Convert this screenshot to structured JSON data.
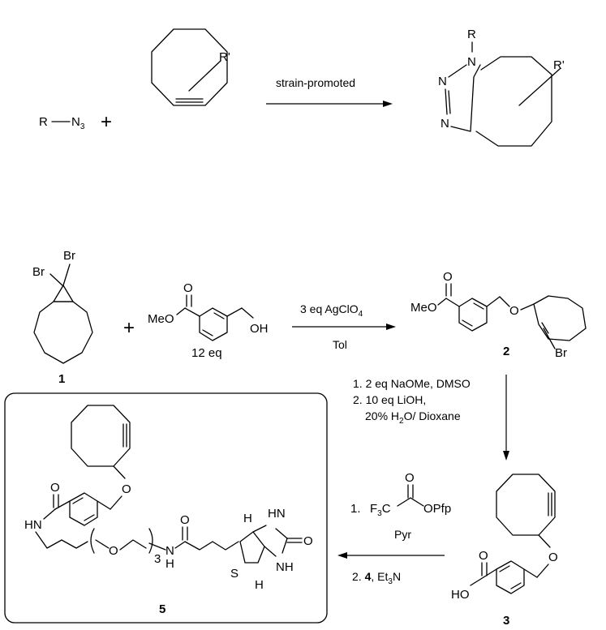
{
  "reaction1": {
    "azide_r": "R",
    "azide_n": "N",
    "azide_sub": "3",
    "plus": "+",
    "cyclooctyne_r": "R'",
    "condition": "strain-promoted",
    "triazole_r": "R",
    "triazole_n1": "N",
    "triazole_n2": "N",
    "triazole_n3": "N",
    "triazole_rprime": "R'"
  },
  "scheme": {
    "c1_br_a": "Br",
    "c1_br_b": "Br",
    "c1_number": "1",
    "plus": "+",
    "ester_meo": "MeO",
    "ester_oh": "OH",
    "ester_eq": "12 eq",
    "step1_reagent": "3 eq AgClO",
    "step1_reagent_sub": "4",
    "step1_solvent": "Tol",
    "c2_meo": "MeO",
    "c2_o": "O",
    "c2_br": "Br",
    "c2_number": "2",
    "step2_line1": "1. 2 eq NaOMe, DMSO",
    "step2_line2": "2. 10 eq LiOH,",
    "step2_line3_a": "20% H",
    "step2_line3_sub": "2",
    "step2_line3_b": "O/ Dioxane",
    "c3_ho": "HO",
    "c3_o": "O",
    "c3_number": "3",
    "step3_num": "1.",
    "step3_f3c_a": "F",
    "step3_f3c_sub": "3",
    "step3_f3c_b": "C",
    "step3_opfp": "OPfp",
    "step3_pyr": "Pyr",
    "step3_line2_a": "2. ",
    "step3_line2_bold": "4",
    "step3_line2_b": ", Et",
    "step3_line2_sub": "3",
    "step3_line2_c": "N",
    "c5_o": "O",
    "c5_hn": "HN",
    "c5_o2": "O",
    "c5_repeat": "3",
    "c5_n": "N",
    "c5_h": "H",
    "c5_o3": "O",
    "c5_h1": "H",
    "c5_nh1": "N",
    "c5_h_nh1": "H",
    "c5_o4": "O",
    "c5_nh2": "NH",
    "c5_s": "S",
    "c5_h2": "H",
    "c5_number": "5"
  }
}
